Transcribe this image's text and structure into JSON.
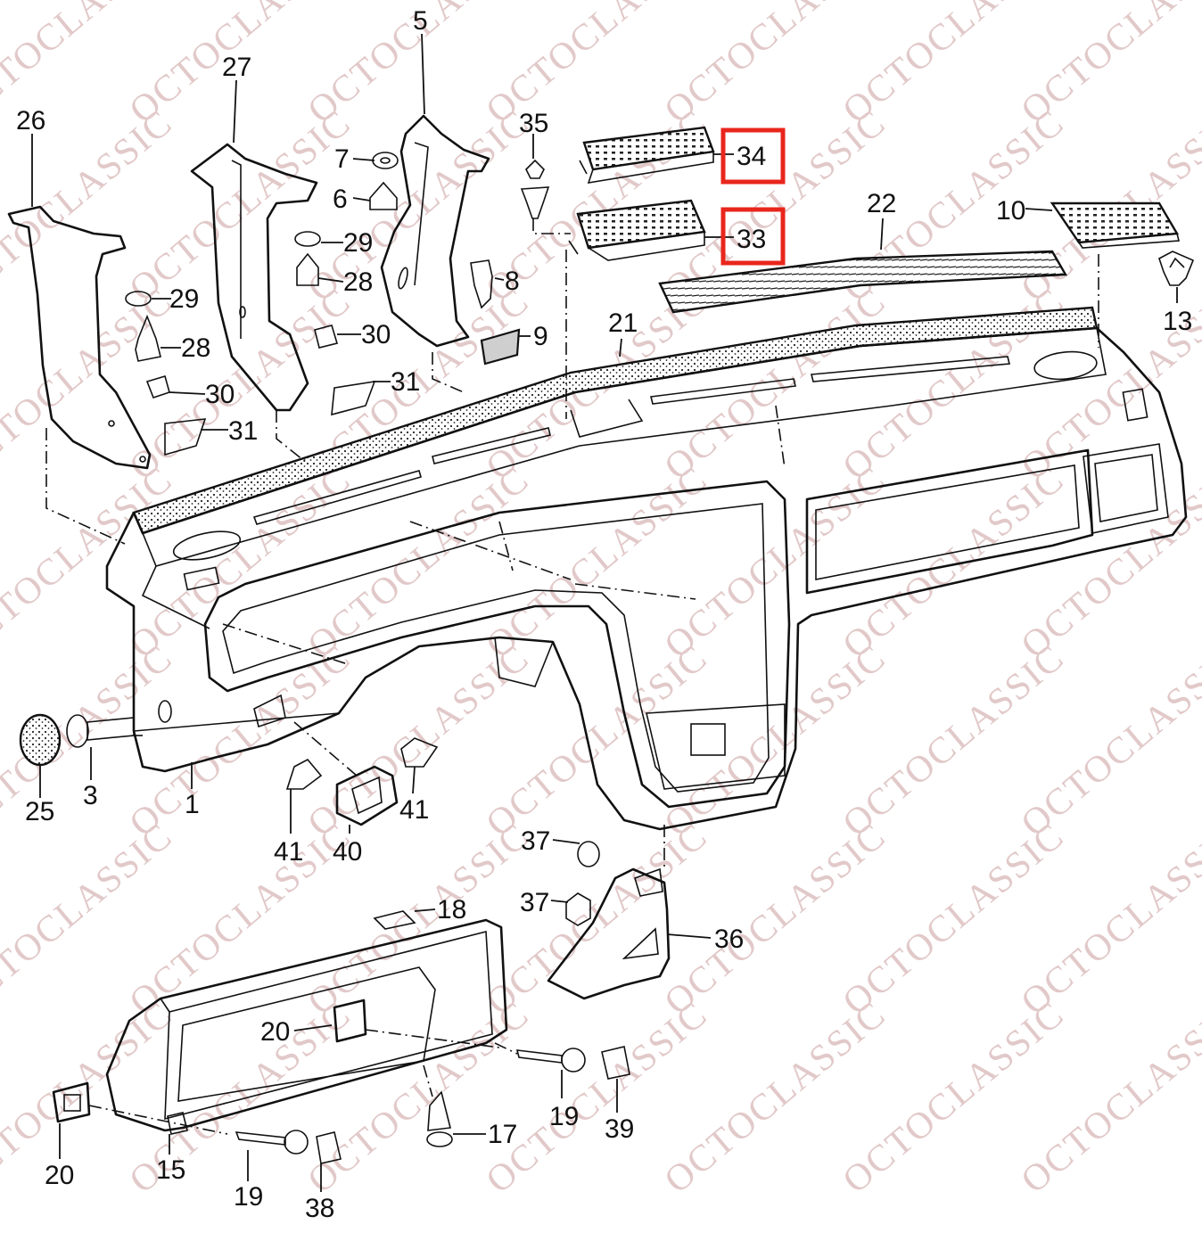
{
  "watermark": "OCTOCLASSIC",
  "highlight_color": "#e8261c",
  "highlighted_callouts": [
    "34",
    "33"
  ],
  "callouts": {
    "c26": "26",
    "c27": "27",
    "c5": "5",
    "c7": "7",
    "c6": "6",
    "c29a": "29",
    "c28a": "28",
    "c29b": "29",
    "c28b": "28",
    "c8": "8",
    "c9": "9",
    "c30a": "30",
    "c31a": "31",
    "c30b": "30",
    "c31b": "31",
    "c35": "35",
    "c34": "34",
    "c33": "33",
    "c22": "22",
    "c21": "21",
    "c10": "10",
    "c13": "13",
    "c25": "25",
    "c3": "3",
    "c1": "1",
    "c41a": "41",
    "c40": "40",
    "c41b": "41",
    "c37a": "37",
    "c37b": "37",
    "c36": "36",
    "c18": "18",
    "c20a": "20",
    "c20b": "20",
    "c15": "15",
    "c19a": "19",
    "c38": "38",
    "c17": "17",
    "c19b": "19",
    "c39": "39"
  }
}
